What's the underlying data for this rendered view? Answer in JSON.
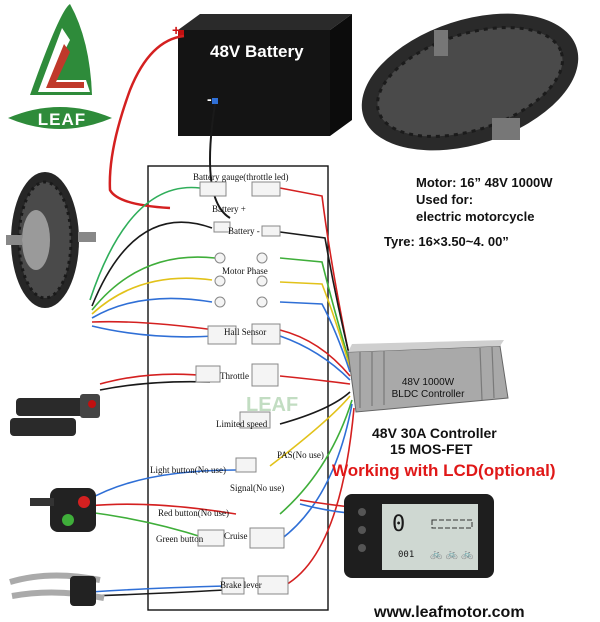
{
  "logo": {
    "word": "LEAF",
    "brand_color": "#2e8b3a",
    "accent_color": "#c0392b"
  },
  "battery": {
    "label": "48V Battery",
    "plus": "+",
    "minus": "-"
  },
  "motor_specs": {
    "line1": "Motor: 16” 48V 1000W",
    "line2": "Used for:",
    "line3": "electric motorcycle",
    "tyre": "Tyre: 16×3.50~4. 00”"
  },
  "connections": {
    "battery_gauge": "Battery gauge(throttle led)",
    "battery_plus": "Battery +",
    "battery_minus": "Battery -",
    "motor_phase": "Motor Phase",
    "hall_sensor": "Hall Sensor",
    "throttle": "Throttle",
    "limited_speed": "Limited speed",
    "pas": "PAS(No use)",
    "light_button": "Light button(No use)",
    "signal": "Signal(No use)",
    "red_button": "Red button(No use)",
    "cruise": "Cruise",
    "green_button": "Green button",
    "brake_lever": "Brake lever"
  },
  "controller": {
    "line1": "48V 1000W",
    "line2": "BLDC Controller",
    "spec1": "48V 30A Controller",
    "spec2": "15 MOS-FET"
  },
  "lcd": {
    "note": "Working with LCD(optional)",
    "digits": "0",
    "small_readout": "001"
  },
  "watermark": "LEAF",
  "website": "www.leafmotor.com",
  "colors": {
    "battery_body": "#141414",
    "wire_red": "#d42020",
    "wire_black": "#1a1a1a",
    "wire_blue": "#2f6fd6",
    "wire_green": "#3fae3a",
    "wire_yellow": "#e2c21a",
    "controller": "#a9a9a9",
    "lcd_screen": "#cfd8d2"
  }
}
